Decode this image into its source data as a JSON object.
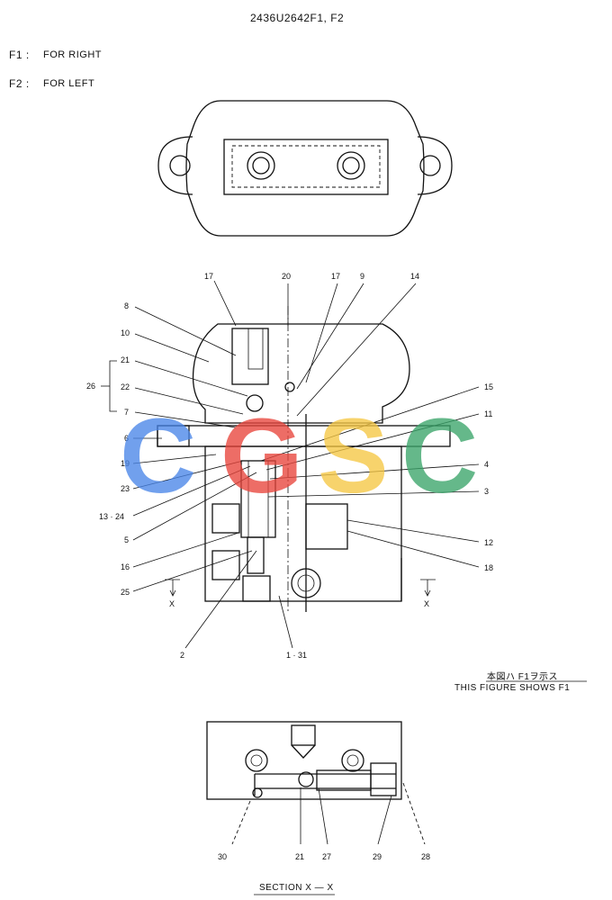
{
  "header": {
    "part_number": "2436U2642F1, F2",
    "variants": [
      {
        "code": "F1 :",
        "desc": "FOR  RIGHT"
      },
      {
        "code": "F2 :",
        "desc": "FOR  LEFT"
      }
    ]
  },
  "callouts": {
    "c17a": "17",
    "c20": "20",
    "c17b": "17",
    "c9": "9",
    "c14": "14",
    "c8": "8",
    "c10": "10",
    "c21": "21",
    "c26": "26",
    "c22": "22",
    "c7": "7",
    "c6": "6",
    "c19": "19",
    "c23": "23",
    "c1324": "13 · 24",
    "c5": "5",
    "c16": "16",
    "c25": "25",
    "c15": "15",
    "c11": "11",
    "c4": "4",
    "c3": "3",
    "c12": "12",
    "c18": "18",
    "c2": "2",
    "c131": "1 · 31",
    "cX1": "X",
    "cX2": "X",
    "c30": "30",
    "c21b": "21",
    "c27": "27",
    "c29": "29",
    "c28": "28"
  },
  "note": {
    "japanese": "本図ハ F1ヲ示ス",
    "english": "THIS FIGURE SHOWS   F1"
  },
  "section_label": "SECTION   X — X",
  "watermark": {
    "letters": [
      "C",
      "G",
      "S",
      "C"
    ],
    "colors": [
      "#4a86e8",
      "#e8453c",
      "#f6c744",
      "#3aa56a"
    ]
  }
}
